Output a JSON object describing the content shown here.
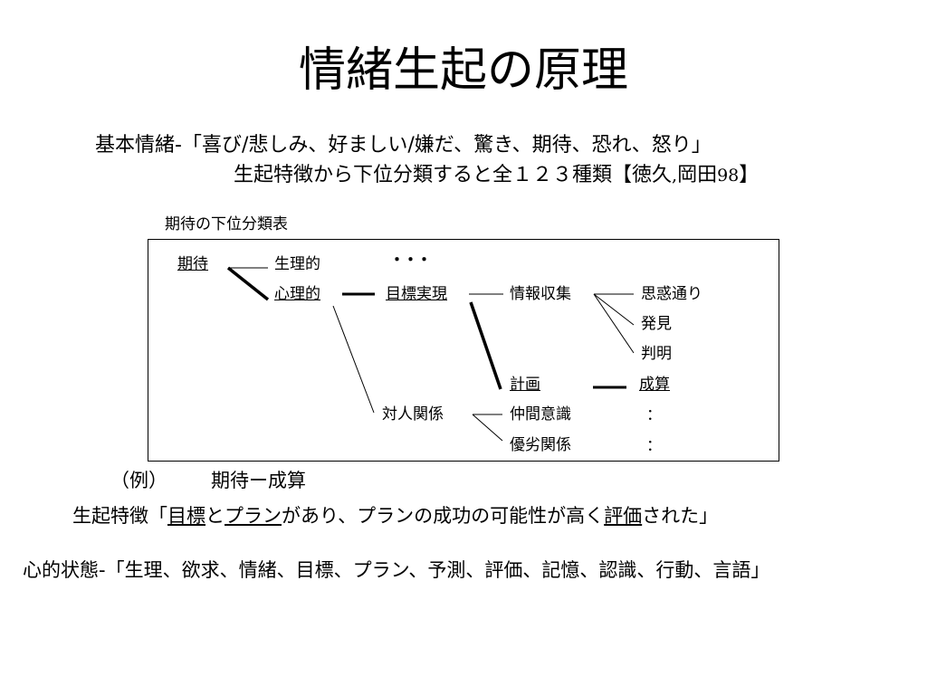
{
  "title": "情緒生起の原理",
  "basic": {
    "line1": "基本情緒-「喜び/悲しみ、好ましい/嫌だ、驚き、期待、恐れ、怒り」",
    "line2_text": "生起特徴から下位分類すると全１２３種類",
    "line2_cite_open": "【徳久",
    "line2_cite_sep": ",",
    "line2_cite_name": "岡田",
    "line2_cite_year": "98",
    "line2_cite_close": "】"
  },
  "diagram": {
    "caption": "期待の下位分類表",
    "nodes": {
      "kitai": "期待",
      "seiriteki": "生理的",
      "ellipsis": "・・・",
      "shinriteki": "心理的",
      "mokuhyo_jitsugen": "目標実現",
      "joho_shushu": "情報収集",
      "omowaku_dori": "思惑通り",
      "hakken": "発見",
      "hanmei": "判明",
      "keikaku": "計画",
      "seisan": "成算",
      "taijin_kankei": "対人関係",
      "nakama_ishiki": "仲間意識",
      "colon1": "：",
      "yuretsu_kankei": "優劣関係",
      "colon2": "："
    }
  },
  "example": {
    "label": "（例）",
    "text": "期待ー成算"
  },
  "feature": {
    "prefix": "生起特徴「",
    "mokuhyo": "目標",
    "to": "と",
    "plan": "プラン",
    "middle": "があり、プランの成功の可能性が高く",
    "hyoka": "評価",
    "suffix": "された」"
  },
  "mental": "心的状態-「生理、欲求、情緒、目標、プラン、予測、評価、記憶、認識、行動、言語」"
}
